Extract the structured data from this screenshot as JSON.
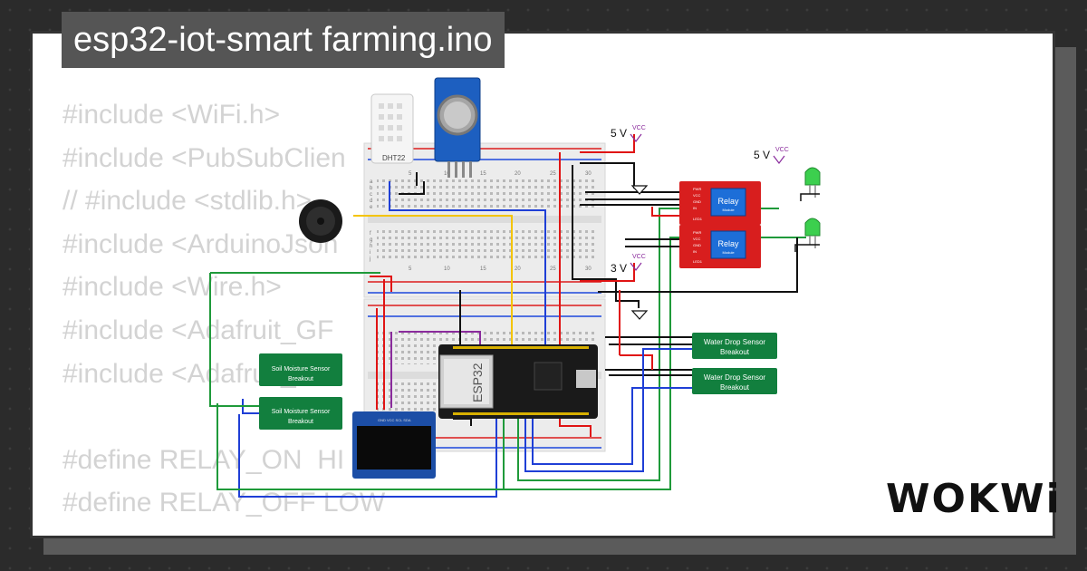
{
  "title": "esp32-iot-smart farming.ino",
  "code_lines": [
    "#include <WiFi.h>",
    "#include <PubSubClien",
    "// #include <stdlib.h>",
    "#include <ArduinoJson",
    "#include <Wire.h>",
    "#include <Adafruit_GF",
    "#include <Adafruit_SS",
    "",
    "#define RELAY_ON  HI",
    "#define RELAY_OFF LOW"
  ],
  "brand": "WOKWi",
  "components": {
    "dht_label": "DHT22",
    "esp32_label": "ESP32",
    "relay_label": "Relay",
    "relay_sub": "Module",
    "relay_pins": [
      "PWR",
      "VCC",
      "GND",
      "IN",
      "LED1"
    ],
    "soil_label_1": "Soil Moisture Sensor",
    "soil_label_2": "Breakout",
    "water_label_1": "Water Drop Sensor",
    "water_label_2": "Breakout",
    "oled_pins": "GND VCC SCL SDA"
  },
  "power_labels": {
    "five_v_1": "5 V",
    "vcc_1": "VCC",
    "five_v_2": "5 V",
    "vcc_2": "VCC",
    "three_v": "3 V",
    "vcc_3": "VCC"
  },
  "breadboard_numbers": [
    "5",
    "10",
    "15",
    "20",
    "25",
    "30"
  ],
  "breadboard_rows_top": [
    "a",
    "b",
    "c",
    "d",
    "e"
  ],
  "breadboard_rows_bottom": [
    "f",
    "g",
    "h",
    "i",
    "j"
  ],
  "colors": {
    "background": "#2b2b2b",
    "card": "#ffffff",
    "title_bg": "#555555",
    "code_text": "#d3d3d3",
    "relay_red": "#d81e1e",
    "sensor_green": "#127f3e",
    "esp32_black": "#1a1a1a",
    "oled_blue": "#1c4ea6",
    "wire_blue": "#1f3fd6",
    "wire_green": "#1f9a3a",
    "wire_red": "#e01414",
    "wire_yellow": "#f4c400",
    "wire_purple": "#8a2b9c"
  }
}
